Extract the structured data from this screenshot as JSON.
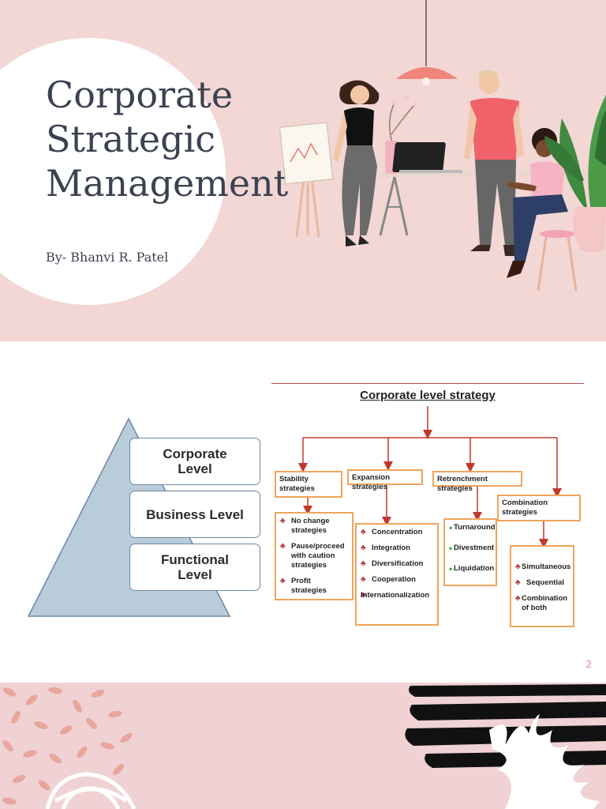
{
  "slide1": {
    "title": "Corporate\nStrategic\nManagement",
    "author": "By- Bhanvi R. Patel"
  },
  "slide2": {
    "page_number": "2",
    "pyramid_levels": [
      "Corporate\nLevel",
      "Business Level",
      "Functional\nLevel"
    ],
    "tree": {
      "title": "Corporate level strategy",
      "categories": [
        {
          "label": "Stability\nstrategies",
          "items": [
            "No change\nstrategies",
            "Pause/proceed\nwith caution\nstrategies",
            "Profit strategies"
          ]
        },
        {
          "label": "Expansion strategies",
          "items": [
            "Concentration",
            "Integration",
            "Diversification",
            "Cooperation",
            "",
            "Internationalization"
          ]
        },
        {
          "label": "Retrenchment strategies",
          "items": [
            "Turnaround",
            "Divestment",
            "Liquidation"
          ]
        },
        {
          "label": "Combination\nstrategies",
          "items": [
            "Simultaneous",
            "Sequential",
            "Combination\nof  both"
          ]
        }
      ]
    }
  },
  "colors": {
    "slide1_bg": "#f2d7d5",
    "title_text": "#3b4250",
    "pyramid_fill": "#b9ccd9",
    "tree_box_border": "#f0a45c",
    "tree_line": "#c0392b",
    "slide3_bg": "#f0d2d4"
  }
}
